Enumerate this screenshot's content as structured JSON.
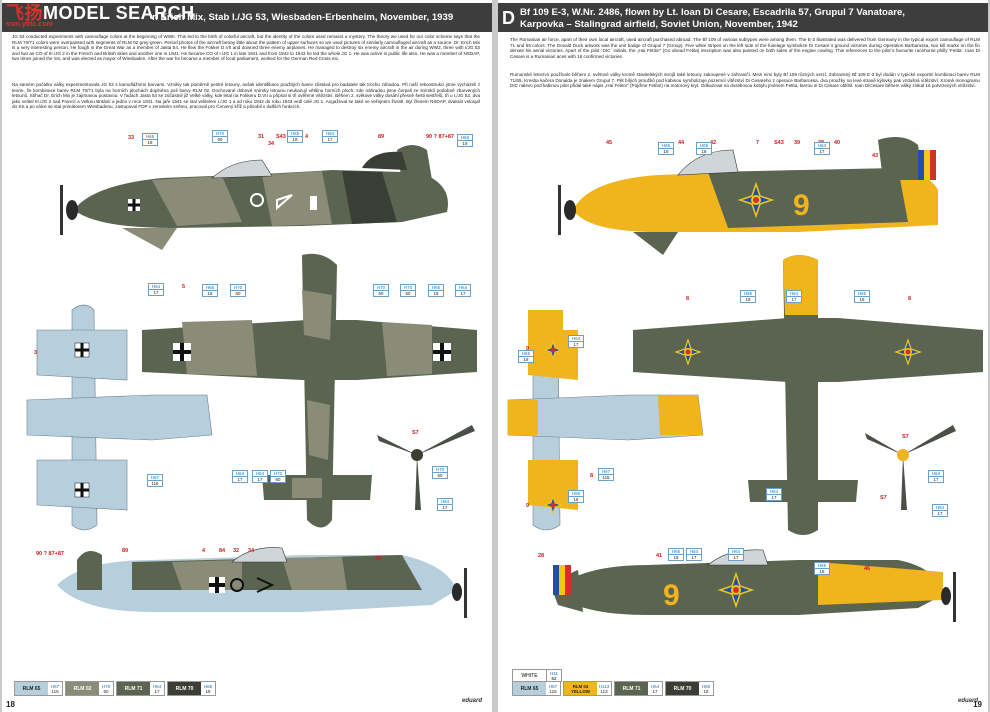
{
  "left_page": {
    "watermark": {
      "part1": "飞扬",
      "part2": "MODEL SEARCH",
      "sub": "ssm.ytltc.com"
    },
    "title": "r. Erich Mix, Stab I./JG 53, Wiesbaden-Erbenheim, November, 1939",
    "text_en": "JG 53 conducted experiments with camouflage colors at the beginning of WWII. This led to the birth of colorful aircraft, but the identity of the colors used remains a mystery. The theory we used for our color scheme says that the RLM 70/71 colors were overpainted with segments of RLM 02 grey-green. Period photos of the aircraft betray little about the pattern of upper surfaces so we used pictures of similarly camouflaged aircraft as a source. Dr. Erich Mix is a very interesting person. He fough in the Great War as a member of Jasta 54. He flew the Fokker D.VII and downed three enemy airplanes. He managed to destroy six enemy aircraft in the air during WW2, three with I/JG 53 and two as CO of III./JG 2 in the French and British skies and another one in 1941. He became CO of I./JG 1 in late 1941 and from 1942 to 1943 he led the whole JG 1. He was active in public life also. He was a member of NSDAP, two times joined the SS, and was elected as mayor of Wiesbaden. After the war he became a member of local parliament, worked for the German Red Cross etc.",
    "text_cz": "Na samém počátku války experimentovala JG 53 s kamuflážními barvami. Vznikly tak poměrně pestré letouny, avšak identifikace použitých barev zůstává pro badatele tak trochu záhadou. Při naší rekonstrukci jsme vycházeli z teorie, že kombinace barev RLM 70/71 byla na horních plochách doplněna poli barvy RLM 02. Dochované dobové snímky letounu neukazují většinu horních ploch, zde náhradou jsme čerpali ze snímků podobně zbarvených letounů. Stíhač Dr. Erich Mix je zajímavou postavou. V řadách Jasta 54 se zúčastnil již Velké války, kde létal na Fokkeru D.VII a připsal si tři ověřené vítězství. Během 2. světové války dosáhl přesně šesti sestřelů, tři u I./JG 53, dva jako velitel III./JG 2 nad Francií a Velkou Británií a jedno v roce 1941. Na jaře 1941 se stal velitelem I./JG 1 a od roku 1942 do roku 1943 vedl celé JG 1. Angažoval se také ve veřejném životě. Byl členem NSDAP, dvakrát vstoupil do SS a po válce se stal primátorem Wiesbadenu, zastupoval FDP v zemském sněmu, pracoval pro Červený kříž a působil v dalších funkcích.",
    "page_number": "18",
    "brand": "eduard",
    "legend": [
      {
        "name": "RLM 65",
        "code_top": "H67",
        "code_bottom": "115",
        "color": "#b7cfdd",
        "text_color": "#222"
      },
      {
        "name": "RLM 02",
        "code_top": "H70",
        "code_bottom": "60",
        "color": "#8b8c78",
        "text_color": "#fff"
      },
      {
        "name": "RLM 71",
        "code_top": "H64",
        "code_bottom": "17",
        "color": "#5a6450",
        "text_color": "#fff"
      },
      {
        "name": "RLM 70",
        "code_top": "H65",
        "code_bottom": "18",
        "color": "#3a3e35",
        "text_color": "#fff"
      }
    ],
    "callouts": [
      "33",
      "31",
      "S43",
      "34",
      "4",
      "89",
      "90 ? 87+87",
      "5",
      "3",
      "S7",
      "89",
      "4",
      "84",
      "32",
      "34",
      "33",
      "90 ? 87+87"
    ],
    "paint_boxes": [
      {
        "t": "H65",
        "b": "18"
      },
      {
        "t": "H70",
        "b": "60"
      },
      {
        "t": "H65",
        "b": "18"
      },
      {
        "t": "H64",
        "b": "17"
      },
      {
        "t": "H65",
        "b": "18"
      },
      {
        "t": "H64",
        "b": "17"
      },
      {
        "t": "H65",
        "b": "18"
      },
      {
        "t": "H70",
        "b": "60"
      },
      {
        "t": "H70",
        "b": "60"
      },
      {
        "t": "H70",
        "b": "60"
      },
      {
        "t": "H65",
        "b": "18"
      },
      {
        "t": "H64",
        "b": "17"
      },
      {
        "t": "H67",
        "b": "115"
      },
      {
        "t": "H64",
        "b": "17"
      },
      {
        "t": "H64",
        "b": "17"
      },
      {
        "t": "H70",
        "b": "60"
      },
      {
        "t": "H64",
        "b": "17"
      },
      {
        "t": "H70",
        "b": "60"
      }
    ]
  },
  "right_page": {
    "letter": "D",
    "title": "Bf 109 E-3, W.Nr. 2486, flown by Lt. Ioan Di Cesare, Escadrila 57, Grupul 7 Vanatoare, Karpovka – Stalingrad airfield, Soviet Union, November, 1942",
    "text_en": "The Romanian air force, apart of their own local aircraft, used aircraft purchased abroad. The Bf 109 of various subtypes were among them. The E-3 illustrated was delivered from Germany in the typical export camouflage of RLM 71 and 65 colors. The Donald Duck artwork was the unit badge of Grupul 7 (Group). Five white stripes on the left side of the fuselage symbolize Di Cesare´s ground victories during Operation Barbarossa, two kill marks on the fin denote his aerial victories. Apart of the pilot ´DIC´ initials, the „Hai Fetito!“ (Go ahead Fetita) inscription was also painted on both sides of the engine cowling. This references to the pilot´s favourite racehorse philly 'Fetita'. Ioan Di Cesare is a Rumanian aces with 16 confirmed victories.",
    "text_cz": "Rumunské letectvo používalo během 2. světové války kromě stavitelských strojů také letouny zakoupené v zahraničí. Mezi nimi byly Bf 109 různých verzí. Zobrazený Bf 109 E-3 byl dodán v typické exportní kombinaci barev RLM 71/65. Kresba kačera Donalda je znakem Grupul 7. Pět bílých proužků pod kabinou symbolizuje pozemní vítězství Di Cesareho z operace Barbarossa, dva proužky na levé straně kýlovky pak vzdušná vítězství. Kromě monogramu DIC nalevo pod kabinou pilot přidal také nápis „Hai Fetito!“ (Pojďme Fetito!) na motorový kryt. Odkazoval na dostihovou kobylu jménem Fetita, kterou si Di Cesare oblíbil. Ioan DiCesare během války získal 16 potvrzených vítězství.",
    "page_number": "19",
    "brand": "eduard",
    "white_chip": {
      "name": "WHITE",
      "code_top": "H11",
      "code_bottom": "62"
    },
    "legend": [
      {
        "name": "RLM 65",
        "code_top": "H67",
        "code_bottom": "115",
        "color": "#b7cfdd",
        "text_color": "#222"
      },
      {
        "name": "RLM 04 YELLOW",
        "code_top": "H113",
        "code_bottom": "113",
        "color": "#f0b41c",
        "text_color": "#222"
      },
      {
        "name": "RLM 71",
        "code_top": "H64",
        "code_bottom": "17",
        "color": "#5a6450",
        "text_color": "#fff"
      },
      {
        "name": "RLM 70",
        "code_top": "H65",
        "code_bottom": "18",
        "color": "#3a3e35",
        "text_color": "#fff"
      }
    ],
    "fuselage_number": "9",
    "callouts": [
      "45",
      "44",
      "42",
      "7",
      "S43",
      "39",
      "38",
      "40",
      "43",
      "8",
      "9",
      "8",
      "9",
      "8",
      "S7",
      "S7",
      "28",
      "41",
      "38",
      "39",
      "7",
      "46"
    ],
    "paint_boxes": [
      {
        "t": "H65",
        "b": "18"
      },
      {
        "t": "H65",
        "b": "18"
      },
      {
        "t": "H64",
        "b": "17"
      },
      {
        "t": "H65",
        "b": "18"
      },
      {
        "t": "H64",
        "b": "17"
      },
      {
        "t": "H65",
        "b": "18"
      },
      {
        "t": "H65",
        "b": "18"
      },
      {
        "t": "H64",
        "b": "17"
      },
      {
        "t": "H65",
        "b": "18"
      },
      {
        "t": "H64",
        "b": "17"
      },
      {
        "t": "H67",
        "b": "115"
      },
      {
        "t": "H64",
        "b": "17"
      },
      {
        "t": "H64",
        "b": "17"
      },
      {
        "t": "H65",
        "b": "18"
      },
      {
        "t": "H64",
        "b": "17"
      },
      {
        "t": "H65",
        "b": "18"
      },
      {
        "t": "H64",
        "b": "17"
      }
    ]
  }
}
